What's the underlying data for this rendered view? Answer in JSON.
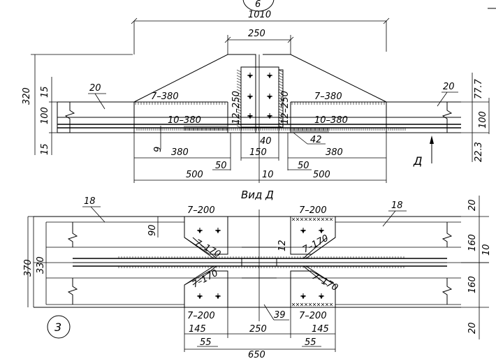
{
  "top_view": {
    "circle_label": "6",
    "dims": {
      "overall": "1010",
      "center_plate": "250",
      "side_320": "320",
      "side_15_top": "15",
      "side_100": "100",
      "side_15_bottom": "15",
      "right_77_7": "77.7",
      "right_100": "100",
      "right_22_3": "22.3",
      "left_380": "380",
      "right_380": "380",
      "left_500": "500",
      "right_500": "500",
      "left_50": "50",
      "right_50": "50",
      "gap_10": "10",
      "mid_40": "40",
      "mid_150": "150",
      "weld_42": "42",
      "weld_9": "9"
    },
    "labels": {
      "left_member": "20",
      "right_member": "20",
      "weld_left_upper": "7–380",
      "weld_right_upper": "7–380",
      "weld_left_lower": "10–380",
      "weld_right_lower": "10–380",
      "plate_left": "12–250",
      "plate_right": "12–250",
      "view_arrow": "Д"
    }
  },
  "view_title": "Вид Д",
  "bottom_view": {
    "circle_label": "3",
    "labels": {
      "left_member": "18",
      "right_member": "18",
      "weld_tl": "7–200",
      "weld_tr": "7–200",
      "weld_bl": "7–200",
      "weld_br": "7–200",
      "diag_tl": "7–170",
      "diag_bl": "7–170",
      "diag_tr": "7–170",
      "diag_br": "7–170",
      "bottom_39": "39"
    },
    "dims": {
      "left_370": "370",
      "left_330": "330",
      "dim_90": "90",
      "dim_12": "12",
      "right_20_top": "20",
      "right_160_top": "160",
      "right_10": "10",
      "right_160_bottom": "160",
      "right_20_bottom": "20",
      "bot_145_left": "145",
      "bot_145_right": "145",
      "bot_250": "250",
      "bot_55_left": "55",
      "bot_55_right": "55",
      "bot_650": "650"
    }
  }
}
